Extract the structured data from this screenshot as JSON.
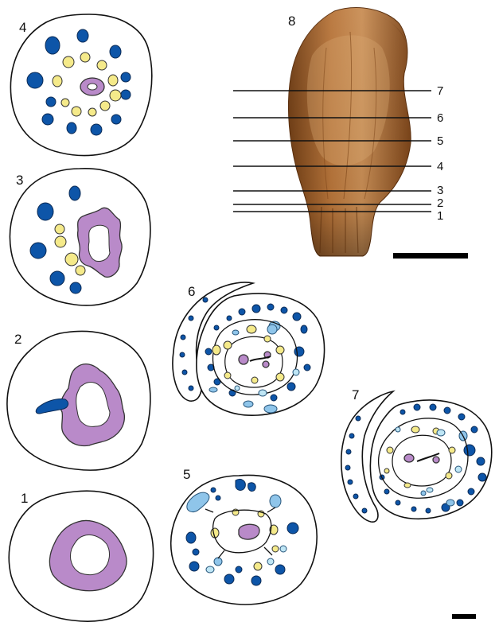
{
  "figure": {
    "panels": [
      {
        "id": "1",
        "label": "1"
      },
      {
        "id": "2",
        "label": "2"
      },
      {
        "id": "3",
        "label": "3"
      },
      {
        "id": "4",
        "label": "4"
      },
      {
        "id": "5",
        "label": "5"
      },
      {
        "id": "6",
        "label": "6"
      },
      {
        "id": "7",
        "label": "7"
      },
      {
        "id": "8",
        "label": "8"
      }
    ],
    "level_labels": [
      "7",
      "6",
      "5",
      "4",
      "3",
      "2",
      "1"
    ]
  },
  "colors": {
    "dark_blue": "#0d55a8",
    "light_blue": "#8fc5ea",
    "pale_cyan": "#bfe6f5",
    "yellow": "#f5ea8a",
    "purple": "#b98ac9",
    "specimen_brown": "#9b5a22"
  }
}
